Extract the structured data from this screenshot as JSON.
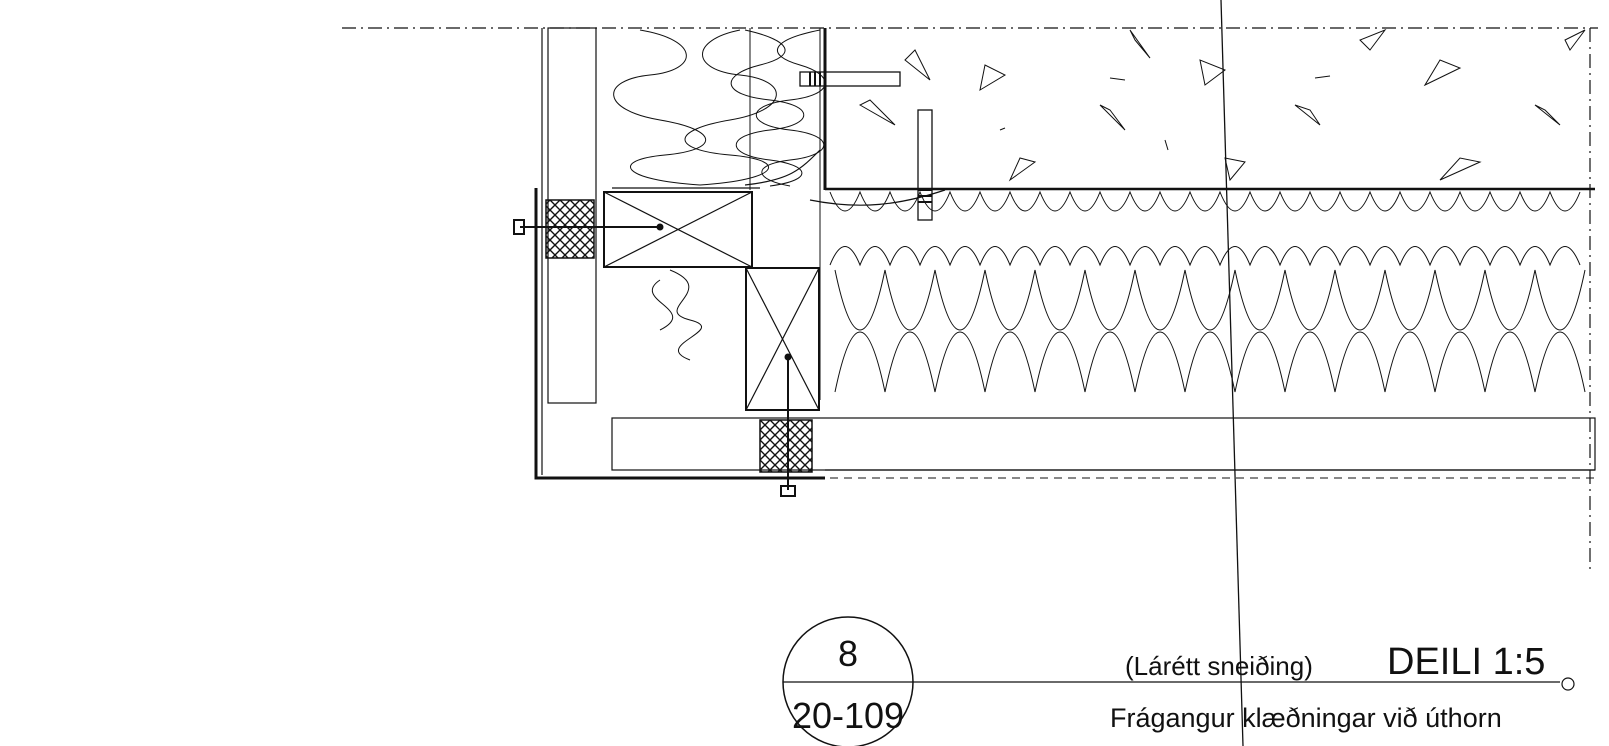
{
  "detail_marker": {
    "number": "8",
    "sheet": "20-109"
  },
  "title_block": {
    "section_type": "(Lárétt sneiðing)",
    "title": "DEILI 1:5",
    "description": "Frágangur klæðningar við úthorn"
  },
  "colors": {
    "line": "#111111",
    "background": "#ffffff"
  }
}
